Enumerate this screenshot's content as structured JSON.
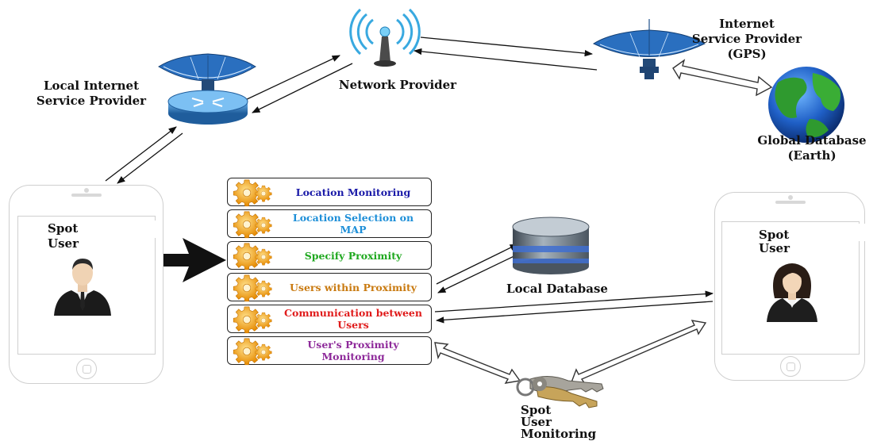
{
  "nodes": {
    "local_isp": "Local Internet\nService Provider",
    "network_provider": "Network Provider",
    "isp_gps": "Internet\nService Provider\n(GPS)",
    "global_db": "Global Database\n(Earth)",
    "local_db": "Local Database",
    "spot_user_left": "Spot\nUser",
    "spot_user_right": "Spot\nUser",
    "spot_user_monitoring": "Spot\nUser\nMonitoring"
  },
  "features": [
    {
      "label": "Location Monitoring",
      "color": "#1a1aa8"
    },
    {
      "label": "Location Selection on MAP",
      "color": "#1e8fd8"
    },
    {
      "label": "Specify Proximity",
      "color": "#1fa81f"
    },
    {
      "label": "Users within Proximity",
      "color": "#c97a10"
    },
    {
      "label": "Communication between Users",
      "color": "#e01b1b"
    },
    {
      "label": "User's Proximity Monitoring",
      "color": "#8e2a9a"
    }
  ],
  "icons": {
    "gear": "gear-icon",
    "satellite_dish": "satellite-dish-icon",
    "router": "router-icon",
    "antenna": "wifi-antenna-icon",
    "earth": "earth-globe-icon",
    "database": "database-icon",
    "keys": "keys-icon",
    "male_user": "male-user-avatar",
    "female_user": "female-user-avatar",
    "big_arrow": "big-right-arrow"
  },
  "colors": {
    "gear": "#f2a51a",
    "router": "#2d7fc8",
    "dish": "#2a6fbf",
    "antenna": "#39a9e0",
    "earth_land": "#2f9a2f",
    "earth_sea": "#1f5fc6",
    "database": "#7d8a96"
  }
}
